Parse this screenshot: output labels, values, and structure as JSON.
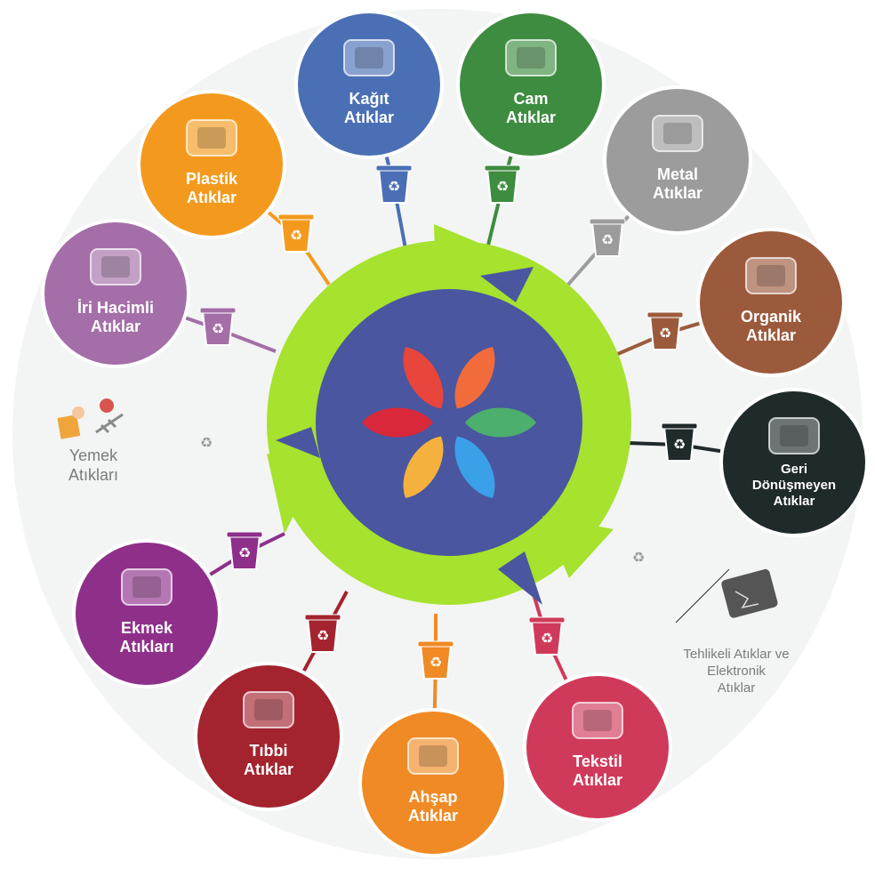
{
  "diagram": {
    "recycle_symbol": "♻",
    "center_arrows_color": "#a6e22e",
    "center_disc_color": "#4a56a0",
    "flower_petals": [
      {
        "name": "red",
        "color": "#e8453c"
      },
      {
        "name": "orange",
        "color": "#f26b3a"
      },
      {
        "name": "green",
        "color": "#4caf6d"
      },
      {
        "name": "blue",
        "color": "#3aa0e8"
      },
      {
        "name": "yellow",
        "color": "#f5b13e"
      },
      {
        "name": "crimson",
        "color": "#d8283a"
      }
    ],
    "categories": [
      {
        "id": "kagit",
        "lines": [
          "Kağıt",
          "Atıklar"
        ],
        "color": "#4a6fb5",
        "icon": "paper-icon"
      },
      {
        "id": "cam",
        "lines": [
          "Cam",
          "Atıklar"
        ],
        "color": "#3d8c40",
        "icon": "glass-bottles-icon"
      },
      {
        "id": "metal",
        "lines": [
          "Metal",
          "Atıklar"
        ],
        "color": "#9c9c9c",
        "icon": "metal-cans-icon"
      },
      {
        "id": "organik",
        "lines": [
          "Organik",
          "Atıklar"
        ],
        "color": "#9c5a3c",
        "icon": "organic-waste-icon"
      },
      {
        "id": "geri",
        "lines": [
          "Geri",
          "Dönüşmeyen",
          "Atıklar"
        ],
        "color": "#1f2a2a",
        "icon": "non-recyclable-icon"
      },
      {
        "id": "tekstil",
        "lines": [
          "Tekstil",
          "Atıklar"
        ],
        "color": "#d03a5a",
        "icon": "textile-icon"
      },
      {
        "id": "ahsap",
        "lines": [
          "Ahşap",
          "Atıklar"
        ],
        "color": "#f08a24",
        "icon": "wood-pallet-icon"
      },
      {
        "id": "tibbi",
        "lines": [
          "Tıbbi",
          "Atıklar"
        ],
        "color": "#a3232e",
        "icon": "medical-syringe-icon"
      },
      {
        "id": "ekmek",
        "lines": [
          "Ekmek",
          "Atıkları"
        ],
        "color": "#8e2f8a",
        "icon": "bread-icon"
      },
      {
        "id": "iri",
        "lines": [
          "İri Hacimli",
          "Atıklar"
        ],
        "color": "#a46ea8",
        "icon": "sofa-icon"
      },
      {
        "id": "plastik",
        "lines": [
          "Plastik",
          "Atıklar"
        ],
        "color": "#f39a1e",
        "icon": "plastic-bottles-icon"
      }
    ],
    "loose_categories": [
      {
        "id": "yemek",
        "lines": [
          "Yemek",
          "Atıkları"
        ],
        "icon": "food-scraps-icon"
      },
      {
        "id": "tehlikeli",
        "lines": [
          "Tehlikeli Atıklar ve",
          "Elektronik",
          "Atıklar"
        ],
        "icon": "broken-tablet-icon"
      }
    ]
  }
}
